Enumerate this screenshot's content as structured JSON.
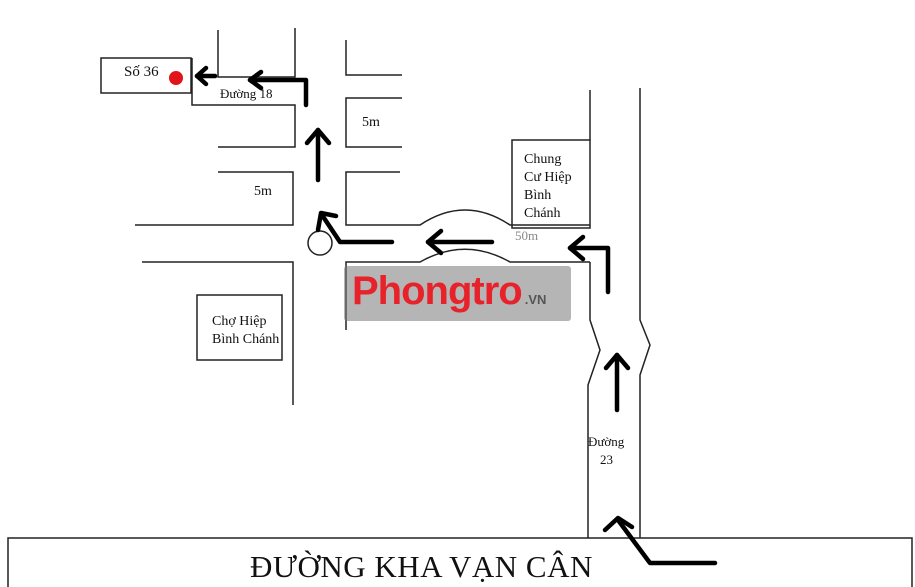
{
  "map": {
    "destination_label": "Số 36",
    "street_18": "Đường 18",
    "width_upper": "5m",
    "width_left": "5m",
    "apartment": [
      "Chung",
      "Cư Hiệp",
      "Bình",
      "Chánh"
    ],
    "market": [
      "Chợ Hiệp",
      "Bình Chánh"
    ],
    "distance": "50m",
    "street_23": [
      "Đường",
      "23"
    ],
    "main_road": "ĐƯỜNG KHA VẠN CÂN"
  },
  "watermark": {
    "brand": "Phongtro",
    "suffix": ".VN",
    "color": "#e8222b"
  },
  "colors": {
    "marker": "#e0151b",
    "lines": "#111111"
  }
}
